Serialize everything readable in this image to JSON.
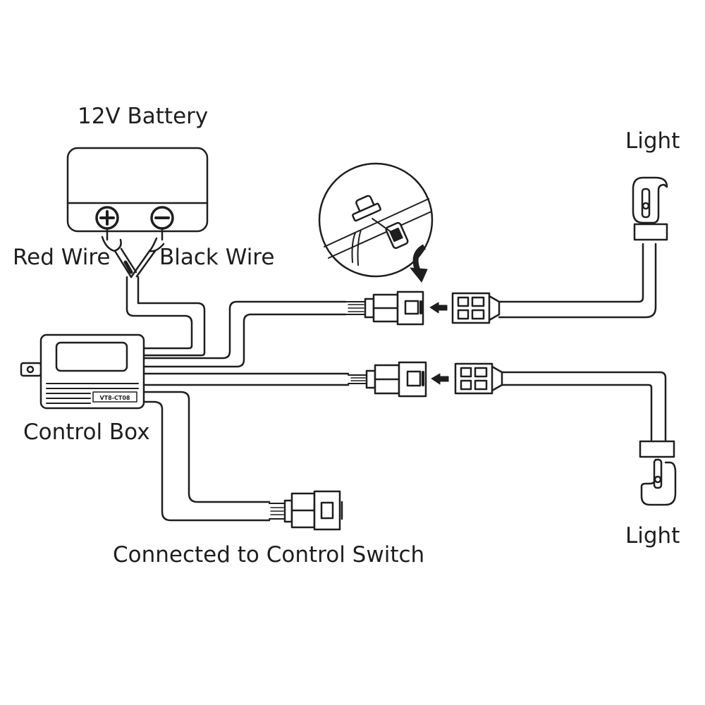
{
  "labels": {
    "battery": "12V Battery",
    "red_wire": "Red Wire",
    "black_wire": "Black Wire",
    "control_box": "Control Box",
    "light_top": "Light",
    "light_bottom": "Light",
    "switch": "Connected to Control Switch"
  },
  "battery_terminals": {
    "positive": "+",
    "negative": "−"
  },
  "control_box_tag": "VT8-CT08",
  "colors": {
    "line": "#1e1e1e",
    "background": "#ffffff"
  }
}
